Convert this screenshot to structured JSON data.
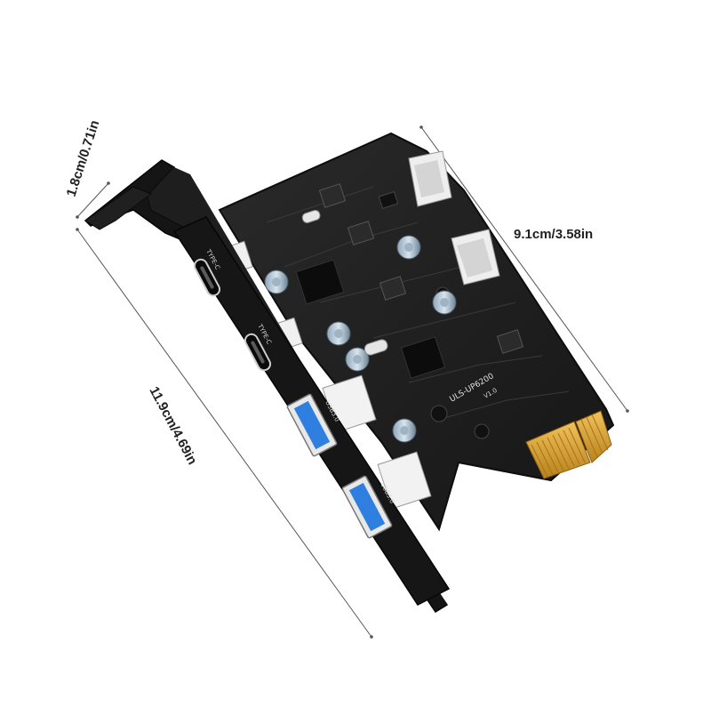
{
  "dimensions": {
    "bracket_width": "1.8cm/0.71in",
    "board_width": "9.1cm/3.58in",
    "card_height": "11.9cm/4.69in"
  },
  "product": {
    "board_model": "ULS-UP6200",
    "board_revision": "V1.0",
    "usb_a_label": "USB3.0",
    "usb_c_label": "TYPE-C"
  },
  "colors": {
    "pcb": "#1c1c1c",
    "bracket": "#151515",
    "usb_a_blue": "#2f7fe0",
    "gold_contacts": "#d9a233"
  }
}
